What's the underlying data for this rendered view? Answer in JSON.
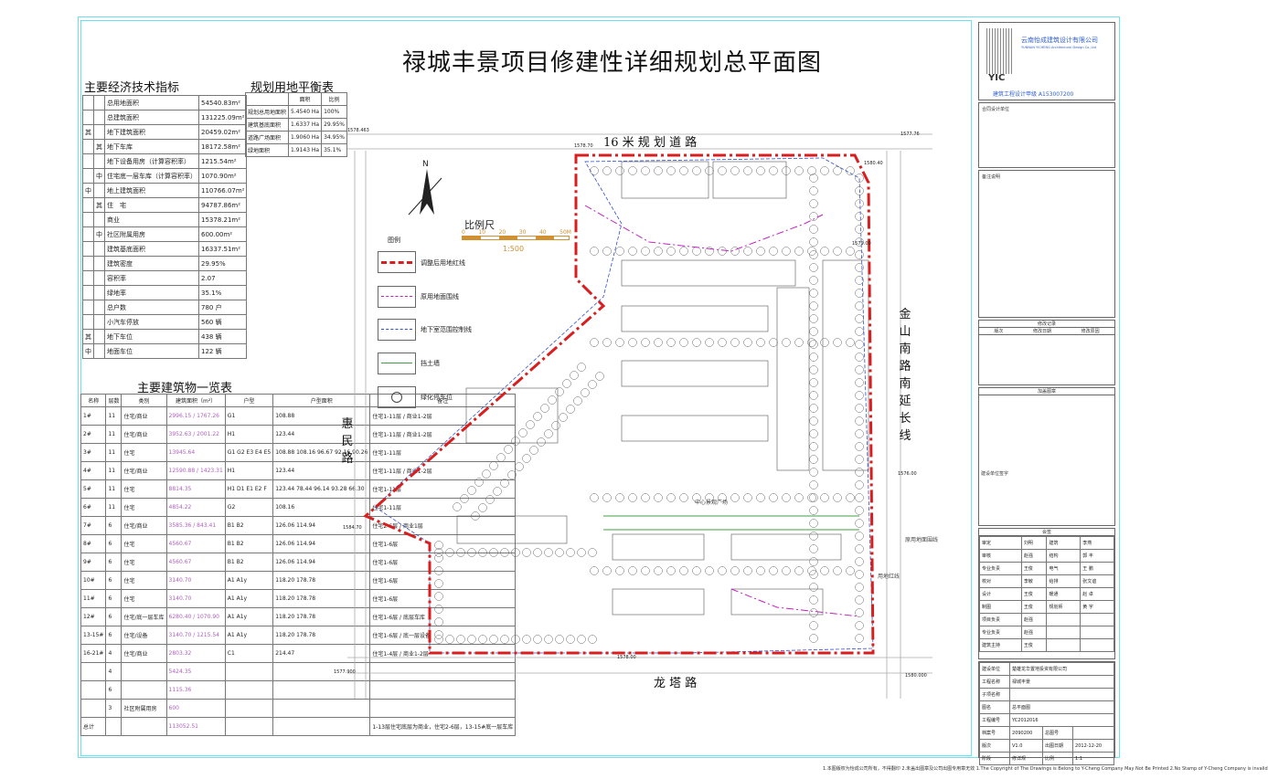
{
  "title": "禄城丰景项目修建性详细规划总平面图",
  "indicators": {
    "heading": "主要经济技术指标",
    "rows": [
      {
        "c1": "",
        "c2": "",
        "label": "总用地面积",
        "value": "54540.83m²"
      },
      {
        "c1": "",
        "c2": "",
        "label": "总建筑面积",
        "value": "131225.09m²"
      },
      {
        "c1": "其",
        "c2": "",
        "label": "地下建筑面积",
        "value": "20459.02m²"
      },
      {
        "c1": "",
        "c2": "其",
        "label": "地下车库",
        "value": "18172.58m²"
      },
      {
        "c1": "",
        "c2": "",
        "label": "地下设备用房（计算容积率）",
        "value": "1215.54m²"
      },
      {
        "c1": "",
        "c2": "中",
        "label": "住宅底一层车库（计算容积率）",
        "value": "1070.90m²"
      },
      {
        "c1": "中",
        "c2": "",
        "label": "地上建筑面积",
        "value": "110766.07m²"
      },
      {
        "c1": "",
        "c2": "其",
        "label": "住　宅",
        "value": "94787.86m²"
      },
      {
        "c1": "",
        "c2": "",
        "label": "商业",
        "value": "15378.21m²"
      },
      {
        "c1": "",
        "c2": "中",
        "label": "社区附属用房",
        "value": "600.00m²"
      },
      {
        "c1": "",
        "c2": "",
        "label": "建筑基底面积",
        "value": "16337.51m²"
      },
      {
        "c1": "",
        "c2": "",
        "label": "建筑密度",
        "value": "29.95%"
      },
      {
        "c1": "",
        "c2": "",
        "label": "容积率",
        "value": "2.07"
      },
      {
        "c1": "",
        "c2": "",
        "label": "绿地率",
        "value": "35.1%"
      },
      {
        "c1": "",
        "c2": "",
        "label": "总户数",
        "value": "780 户"
      },
      {
        "c1": "",
        "c2": "",
        "label": "小汽车停放",
        "value": "560 辆"
      },
      {
        "c1": "其",
        "c2": "",
        "label": "地下车位",
        "value": "438 辆"
      },
      {
        "c1": "中",
        "c2": "",
        "label": "地面车位",
        "value": "122 辆"
      }
    ]
  },
  "land_balance": {
    "heading": "规划用地平衡表",
    "headers": [
      "",
      "面积",
      "比例"
    ],
    "rows": [
      [
        "规划总用地面积",
        "5.4540 Ha",
        "100%"
      ],
      [
        "建筑基底面积",
        "1.6337 Ha",
        "29.95%"
      ],
      [
        "道路广场面积",
        "1.9060 Ha",
        "34.95%"
      ],
      [
        "绿地面积",
        "1.9143 Ha",
        "35.1%"
      ]
    ]
  },
  "buildings": {
    "heading": "主要建筑物一览表",
    "headers": [
      "名称",
      "层数",
      "类别",
      "建筑面积（m²）",
      "户型",
      "户型面积",
      "备注"
    ],
    "rows": [
      [
        "1#",
        "11",
        "住宅/商业",
        "2996.15 / 1767.26",
        "G1",
        "108.88",
        "住宅1-11层 / 商业1-2层"
      ],
      [
        "2#",
        "11",
        "住宅/商业",
        "3952.63 / 2001.22",
        "H1",
        "123.44",
        "住宅1-11层 / 商业1-2层"
      ],
      [
        "3#",
        "11",
        "住宅",
        "13945.64",
        "G1 G2 E3 E4 E5",
        "108.88 108.16 96.67 92.16 90.26",
        "住宅1-11层"
      ],
      [
        "4#",
        "11",
        "住宅/商业",
        "12590.88 / 1423.31",
        "H1",
        "123.44",
        "住宅1-11层 / 商业1-2层"
      ],
      [
        "5#",
        "11",
        "住宅",
        "8814.35",
        "H1 D1 E1 E2 F",
        "123.44 78.44 96.14 93.28 66.30",
        "住宅1-11层"
      ],
      [
        "6#",
        "11",
        "住宅",
        "4854.22",
        "G2",
        "108.16",
        "住宅1-11层"
      ],
      [
        "7#",
        "6",
        "住宅/商业",
        "3585.36 / 843.41",
        "B1 B2",
        "126.06 114.94",
        "住宅2-6层 / 商业1层"
      ],
      [
        "8#",
        "6",
        "住宅",
        "4560.67",
        "B1 B2",
        "126.06 114.94",
        "住宅1-6层"
      ],
      [
        "9#",
        "6",
        "住宅",
        "4560.67",
        "B1 B2",
        "126.06 114.94",
        "住宅1-6层"
      ],
      [
        "10#",
        "6",
        "住宅",
        "3140.70",
        "A1 A1y",
        "118.20 178.78",
        "住宅1-6层"
      ],
      [
        "11#",
        "6",
        "住宅",
        "3140.70",
        "A1 A1y",
        "118.20 178.78",
        "住宅1-6层"
      ],
      [
        "12#",
        "6",
        "住宅/底一层车库",
        "6280.40 / 1070.90",
        "A1 A1y",
        "118.20 178.78",
        "住宅1-6层 / 底层车库"
      ],
      [
        "13-15#",
        "6",
        "住宅/设备",
        "3140.70 / 1215.54",
        "A1 A1y",
        "118.20 178.78",
        "住宅1-6层 / 底一层设备"
      ],
      [
        "16-21#",
        "4",
        "住宅/商业",
        "2803.32",
        "C1",
        "214.47",
        "住宅1-4层 / 商业1-2层"
      ],
      [
        "",
        "4",
        "",
        "5424.35",
        "",
        "",
        ""
      ],
      [
        "",
        "6",
        "",
        "1115.36",
        "",
        "",
        ""
      ],
      [
        "",
        "3",
        "社区附属用房",
        "600",
        "",
        "",
        ""
      ],
      [
        "总计",
        "",
        "",
        "113052.51",
        "",
        "",
        "1-13层住宅底层为商业，住宅2-6层，13-15#底一层车库"
      ]
    ]
  },
  "legend": {
    "heading": "图例",
    "items": [
      "调整后用地红线",
      "原用地面围线",
      "地下室范围控制线",
      "挡土墙",
      "绿化停车位"
    ]
  },
  "scale": {
    "label": "比例尺",
    "ratio": "1:500",
    "ticks": [
      "0",
      "10",
      "20",
      "30",
      "40",
      "50M"
    ]
  },
  "north": "N",
  "roads": {
    "north": "16 米 规 划 道 路",
    "south": "龙 塔 路",
    "west": "惠民路",
    "east": "金山南路南延长线"
  },
  "site_labels": [
    "原用地面围线",
    "用地红线",
    "中心景观广场"
  ],
  "elevations": [
    "1578.463",
    "1577.76",
    "1578.70",
    "1577.900",
    "1580.000",
    "1579.00",
    "1578.00",
    "1576.00",
    "1580.40",
    "1584.70"
  ],
  "title_block": {
    "company": "云南怡成建筑设计有限公司",
    "company_en": "YUNNAN YICHENG Architectural Design Co.,Ltd",
    "logo": "YIC",
    "cert": "建筑工程设计甲级 A153007200",
    "sections": [
      "合同设计单位",
      "备注说明",
      "修改记录",
      "加盖图章",
      "建设单位签字",
      "会签"
    ],
    "rev_headers": [
      "版次",
      "修改日期",
      "修改原因"
    ],
    "sign_rows": [
      [
        "审定",
        "刘明",
        "建筑",
        "李燕"
      ],
      [
        "审核",
        "赵强",
        "结构",
        "郭 丰"
      ],
      [
        "专业负责",
        "王俊",
        "电气",
        "王 鹏"
      ],
      [
        "校对",
        "李敏",
        "给排",
        "张文谊"
      ],
      [
        "设计",
        "王俊",
        "暖通",
        "赵 卓"
      ],
      [
        "制图",
        "王俊",
        "规划师",
        "黄 宇"
      ],
      [
        "项目负责",
        "赵强",
        "",
        ""
      ],
      [
        "专业负责",
        "赵强",
        "",
        ""
      ],
      [
        "建筑主持",
        "王俊",
        "",
        ""
      ]
    ],
    "client_label": "建设单位",
    "client": "楚雄龙华置地投资有限公司",
    "project_label": "工程名称",
    "project": "禄城丰景",
    "subitem_label": "子项名称",
    "drawing_label": "图名",
    "drawing": "总平面图",
    "number_label": "工程编号",
    "number": "YC2012016",
    "archive_label": "档案号",
    "archive": "2090200",
    "sheet_label": "总图号",
    "version_label": "版次",
    "version": "V1.0",
    "date_label": "出图日期",
    "date": "2012-12-20",
    "phase_label": "阶段",
    "phase": "修详规",
    "ratio_label": "比例",
    "ratio": "1:1"
  },
  "footer_note": "1.本图版权为怡成公司所有，不得翻印  2.未盖出图章及公司出图专用章无效  1.The Copyright of The Drawings is Belong to Y-Cheng Company May Not Be Printed  2.No Stamp of Y-Cheng Company is invalid",
  "colors": {
    "red_line": "#d81e1e",
    "magenta": "#c020c0",
    "blue": "#3050c8",
    "green": "#40a040",
    "cyan": "#6fe0f0"
  }
}
